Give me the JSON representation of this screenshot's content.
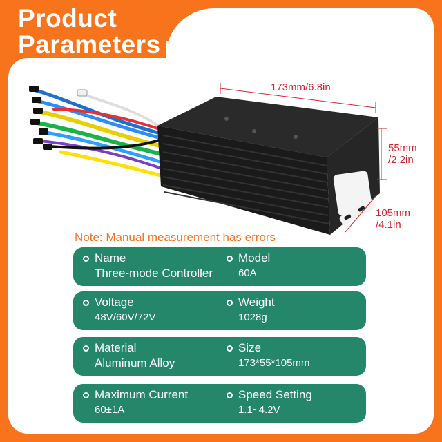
{
  "header": {
    "title_line1": "Product",
    "title_line2": "Parameters"
  },
  "dimensions": {
    "length": "173mm/6.8in",
    "height_mm": "55mm",
    "height_in": "/2.2in",
    "width_mm": "105mm",
    "width_in": "/4.1in"
  },
  "note": "Note: Manual measurement has errors",
  "specs": [
    {
      "left_label": "Name",
      "left_value": "Three-mode Controller",
      "right_label": "Model",
      "right_value": "60A"
    },
    {
      "left_label": "Voltage",
      "left_value": "48V/60V/72V",
      "right_label": "Weight",
      "right_value": "1028g"
    },
    {
      "left_label": "Material",
      "left_value": "Aluminum Alloy",
      "right_label": "Size",
      "right_value": "173*55*105mm"
    },
    {
      "left_label": "Maximum Current",
      "left_value": "60±1A",
      "right_label": "Speed Setting",
      "right_value": "1.1~4.2V"
    }
  ],
  "colors": {
    "orange": "#f7731c",
    "green": "#24876a",
    "dimension_red": "#d8232a"
  }
}
